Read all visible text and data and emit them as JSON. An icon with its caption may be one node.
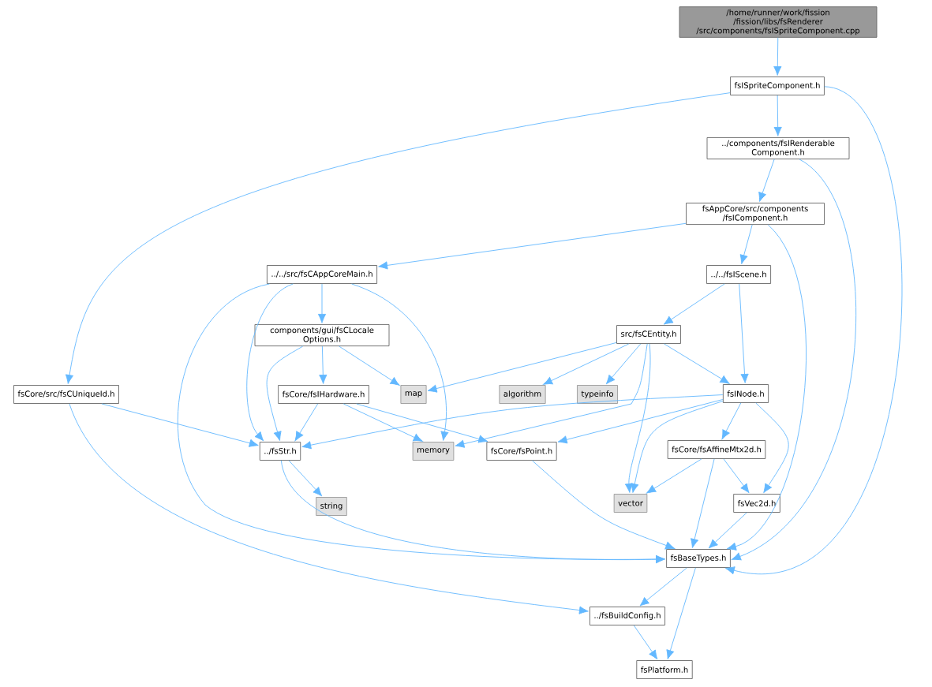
{
  "diagram": {
    "nodes": [
      {
        "text": [
          "/home/runner/work/fission /fission/libs/fsRenderer /src/components/fsISpriteComponent.cpp"
        ]
      },
      {
        "text": [
          "fsISpriteComponent.h"
        ]
      },
      {
        "text": [
          "../components/fsIRenderable Component.h"
        ]
      },
      {
        "text": [
          "fsAppCore/src/components /fsIComponent.h"
        ]
      },
      {
        "text": [
          "../../src/fsCAppCoreMain.h"
        ]
      },
      {
        "text": [
          "../../fsIScene.h"
        ]
      },
      {
        "text": [
          "components/gui/fsCLocale Options.h"
        ]
      },
      {
        "text": [
          "src/fsCEntity.h"
        ]
      },
      {
        "text": [
          "fsCore/src/fsCUniqueId.h"
        ]
      },
      {
        "text": [
          "fsCore/fsIHardware.h"
        ]
      },
      {
        "text": [
          "map"
        ]
      },
      {
        "text": [
          "algorithm"
        ]
      },
      {
        "text": [
          "typeinfo"
        ]
      },
      {
        "text": [
          "fsINode.h"
        ]
      },
      {
        "text": [
          "../fsStr.h"
        ]
      },
      {
        "text": [
          "memory"
        ]
      },
      {
        "text": [
          "fsCore/fsPoint.h"
        ]
      },
      {
        "text": [
          "fsCore/fsAffineMtx2d.h"
        ]
      },
      {
        "text": [
          "vector"
        ]
      },
      {
        "text": [
          "fsVec2d.h"
        ]
      },
      {
        "text": [
          "string"
        ]
      },
      {
        "text": [
          "fsBaseTypes.h"
        ]
      },
      {
        "text": [
          "../fsBuildConfig.h"
        ]
      },
      {
        "text": [
          "fsPlatform.h"
        ]
      }
    ],
    "edges": [
      {
        "from": 0,
        "to": 1,
        "arrow": "to"
      },
      {
        "from": 1,
        "to": 2,
        "arrow": "to"
      },
      {
        "from": 1,
        "to": 8,
        "arrow": "to"
      },
      {
        "from": 1,
        "to": 21,
        "arrow": "to"
      },
      {
        "from": 2,
        "to": 3,
        "arrow": "to"
      },
      {
        "from": 2,
        "to": 21,
        "arrow": "to"
      },
      {
        "from": 3,
        "to": 4,
        "arrow": "to"
      },
      {
        "from": 3,
        "to": 5,
        "arrow": "to"
      },
      {
        "from": 3,
        "to": 21,
        "arrow": "to"
      },
      {
        "from": 4,
        "to": 6,
        "arrow": "to"
      },
      {
        "from": 4,
        "to": 14,
        "arrow": "to"
      },
      {
        "from": 4,
        "to": 15,
        "arrow": "to"
      },
      {
        "from": 4,
        "to": 21,
        "arrow": "to"
      },
      {
        "from": 5,
        "to": 7,
        "arrow": "to"
      },
      {
        "from": 5,
        "to": 13,
        "arrow": "to"
      },
      {
        "from": 6,
        "to": 9,
        "arrow": "to"
      },
      {
        "from": 6,
        "to": 10,
        "arrow": "to"
      },
      {
        "from": 6,
        "to": 14,
        "arrow": "to"
      },
      {
        "from": 7,
        "to": 10,
        "arrow": "to"
      },
      {
        "from": 7,
        "to": 11,
        "arrow": "to"
      },
      {
        "from": 7,
        "to": 12,
        "arrow": "to"
      },
      {
        "from": 7,
        "to": 15,
        "arrow": "to"
      },
      {
        "from": 7,
        "to": 18,
        "arrow": "to"
      },
      {
        "from": 7,
        "to": 13,
        "arrow": "to"
      },
      {
        "from": 8,
        "to": 14,
        "arrow": "to"
      },
      {
        "from": 8,
        "to": 22,
        "arrow": "to"
      },
      {
        "from": 9,
        "to": 14,
        "arrow": "to"
      },
      {
        "from": 9,
        "to": 15,
        "arrow": "to"
      },
      {
        "from": 9,
        "to": 16,
        "arrow": "to"
      },
      {
        "from": 13,
        "to": 14,
        "arrow": "to"
      },
      {
        "from": 13,
        "to": 16,
        "arrow": "to"
      },
      {
        "from": 13,
        "to": 18,
        "arrow": "to"
      },
      {
        "from": 13,
        "to": 17,
        "arrow": "to"
      },
      {
        "from": 13,
        "to": 19,
        "arrow": "to"
      },
      {
        "from": 14,
        "to": 20,
        "arrow": "to"
      },
      {
        "from": 14,
        "to": 21,
        "arrow": "to"
      },
      {
        "from": 16,
        "to": 21,
        "arrow": "to"
      },
      {
        "from": 17,
        "to": 18,
        "arrow": "to"
      },
      {
        "from": 17,
        "to": 19,
        "arrow": "to"
      },
      {
        "from": 17,
        "to": 21,
        "arrow": "to"
      },
      {
        "from": 19,
        "to": 21,
        "arrow": "to"
      },
      {
        "from": 21,
        "to": 22,
        "arrow": "to"
      },
      {
        "from": 21,
        "to": 23,
        "arrow": "to"
      },
      {
        "from": 22,
        "to": 23,
        "arrow": "to"
      }
    ]
  }
}
